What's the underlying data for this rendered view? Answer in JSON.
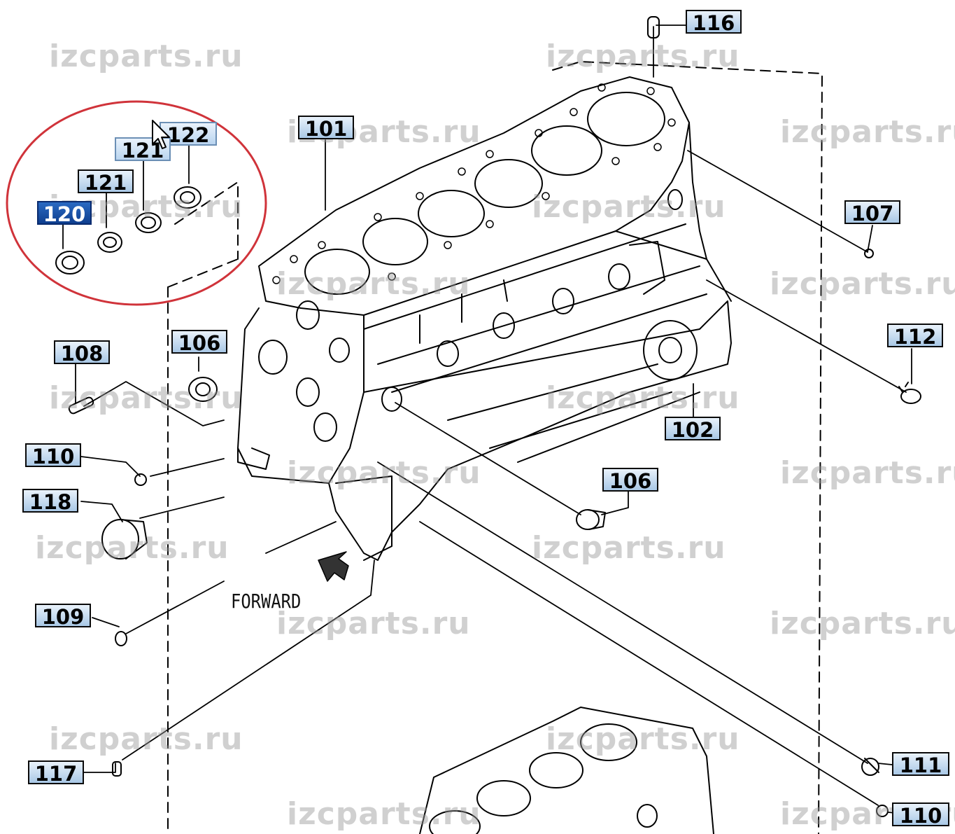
{
  "watermark": "izcparts.ru",
  "forward_label": "FORWARD",
  "colors": {
    "callout_fill": "#b9d4ef",
    "callout_selected": "#1a56b0",
    "highlight_circle": "#d0333a",
    "line": "#000000"
  },
  "callouts": {
    "c116": "116",
    "c101": "101",
    "c122": "122",
    "c121a": "121",
    "c121b": "121",
    "c120": "120",
    "c107": "107",
    "c112": "112",
    "c108": "108",
    "c106a": "106",
    "c102": "102",
    "c110a": "110",
    "c118": "118",
    "c106b": "106",
    "c109": "109",
    "c117": "117",
    "c111": "111",
    "c110b": "110"
  },
  "selected_callout": "120"
}
